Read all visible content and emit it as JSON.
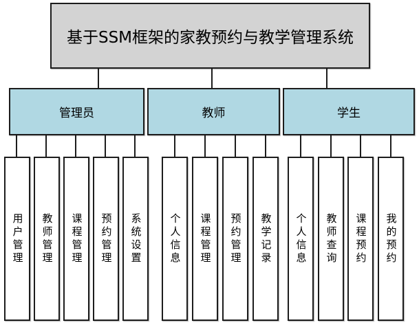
{
  "diagram": {
    "root": {
      "label": "基于SSM框架的家教预约与教学管理系统"
    },
    "branches": [
      {
        "label": "管理员",
        "children": [
          "用户管理",
          "教师管理",
          "课程管理",
          "预约管理",
          "系统设置"
        ]
      },
      {
        "label": "教师",
        "children": [
          "个人信息",
          "课程管理",
          "预约管理",
          "教学记录"
        ]
      },
      {
        "label": "学生",
        "children": [
          "个人信息",
          "教师查询",
          "课程预约",
          "我的预约"
        ]
      }
    ],
    "colors": {
      "root_fill": "#d3d3d3",
      "branch_fill": "#b0d8e3",
      "leaf_fill": "#ffffff",
      "border": "#1c1c1c",
      "text": "#000000",
      "background": "#ffffff"
    }
  }
}
